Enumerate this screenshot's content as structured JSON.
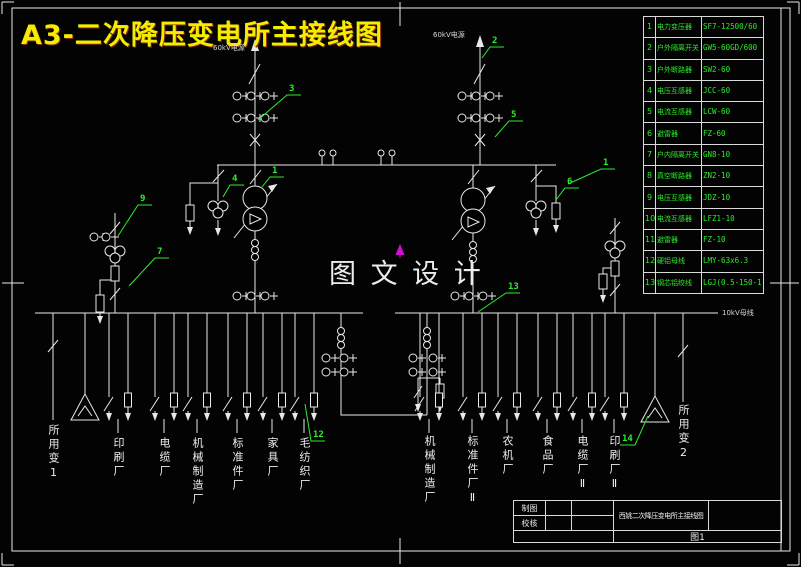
{
  "page": {
    "title": "A3-二次降压变电所主接线图",
    "watermark": "图 文 设 计"
  },
  "diagram_labels": {
    "source_left": "60kV电源",
    "source_right": "60kV电源",
    "bus_10kv": "10kV母线"
  },
  "equipment_table": {
    "rows": [
      {
        "no": "1",
        "name": "电力变压器",
        "model": "SF7-12500/60"
      },
      {
        "no": "2",
        "name": "户外隔离开关",
        "model": "GW5-60GD/600"
      },
      {
        "no": "3",
        "name": "户外断路器",
        "model": "SW2-60"
      },
      {
        "no": "4",
        "name": "电压互感器",
        "model": "JCC-60"
      },
      {
        "no": "5",
        "name": "电流互感器",
        "model": "LCW-60"
      },
      {
        "no": "6",
        "name": "避雷器",
        "model": "FZ-60"
      },
      {
        "no": "7",
        "name": "户内隔离开关",
        "model": "GN8-10"
      },
      {
        "no": "8",
        "name": "真空断路器",
        "model": "ZN2-10"
      },
      {
        "no": "9",
        "name": "电压互感器",
        "model": "JDZ-10"
      },
      {
        "no": "10",
        "name": "电流互感器",
        "model": "LFZ1-10"
      },
      {
        "no": "11",
        "name": "避雷器",
        "model": "FZ-10"
      },
      {
        "no": "12",
        "name": "硬铝母线",
        "model": "LMY-63x6.3"
      },
      {
        "no": "13",
        "name": "钢芯铝绞线",
        "model": "LGJ(0.5-150-1)"
      }
    ]
  },
  "callouts": [
    "1",
    "1",
    "2",
    "3",
    "4",
    "5",
    "6",
    "9",
    "7",
    "12",
    "13",
    "14"
  ],
  "feeders": {
    "left": [
      "所用变1",
      "印刷厂",
      "电缆厂",
      "机械制造厂",
      "标准件厂",
      "家具厂",
      "毛纺织厂"
    ],
    "right": [
      "机械制造厂",
      "标准件厂Ⅱ",
      "农机厂",
      "食品厂",
      "电缆厂Ⅱ",
      "印刷厂Ⅱ",
      "所用变2"
    ]
  },
  "title_block": {
    "drawn_label": "制图",
    "checked_label": "校核",
    "drawing_title": "西姚二次降压变电所主接线图",
    "figure_label": "图1"
  },
  "colors": {
    "line_white": "#e8e8e8",
    "accent_green": "#2cee2c",
    "title_yellow": "#f2ee00",
    "cursor_magenta": "#d012d0"
  }
}
